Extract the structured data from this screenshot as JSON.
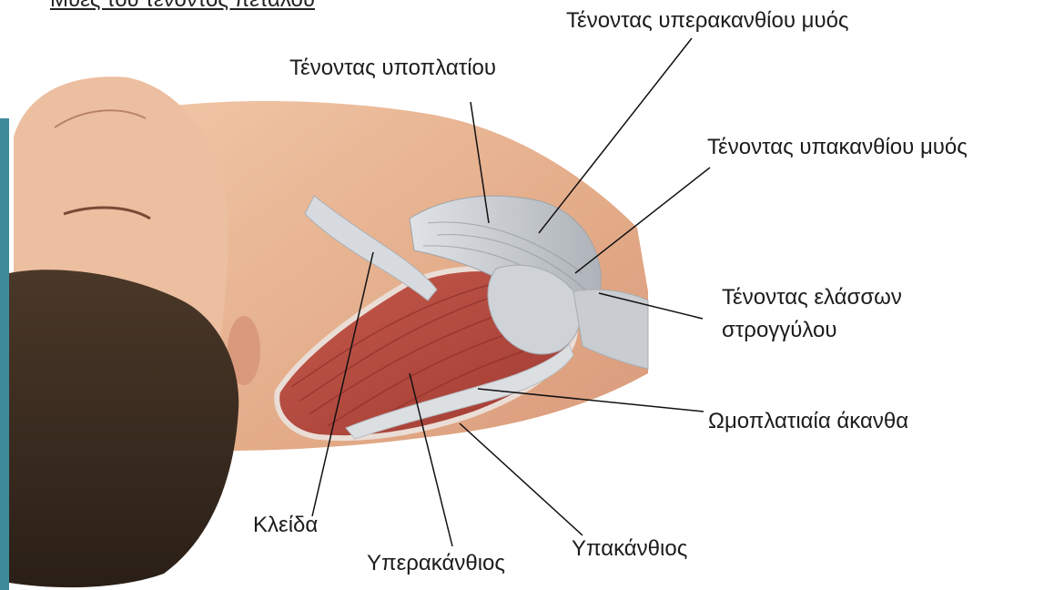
{
  "title": "Μύες του τένοντος πετάλου",
  "labels": {
    "supraspinatus_tendon": "Τένοντας υπερακανθίου μυός",
    "subscapularis_tendon": "Τένοντας υποπλατίου",
    "infraspinatus_tendon": "Τένοντας υπακανθίου μυός",
    "teres_minor_tendon_line1": "Τένοντας ελάσσων",
    "teres_minor_tendon_line2": "στρογγύλου",
    "scapular_spine": "Ωμοπλατιαία άκανθα",
    "clavicle": "Κλείδα",
    "infraspinatus": "Υπακάνθιος",
    "supraspinatus": "Υπερακάνθιος"
  },
  "colors": {
    "accent_bar": "#3f8a9a",
    "skin": "#e8b89a",
    "muscle": "#b5453c",
    "tendon": "#c9ccd0",
    "hair": "#3a2c22"
  }
}
